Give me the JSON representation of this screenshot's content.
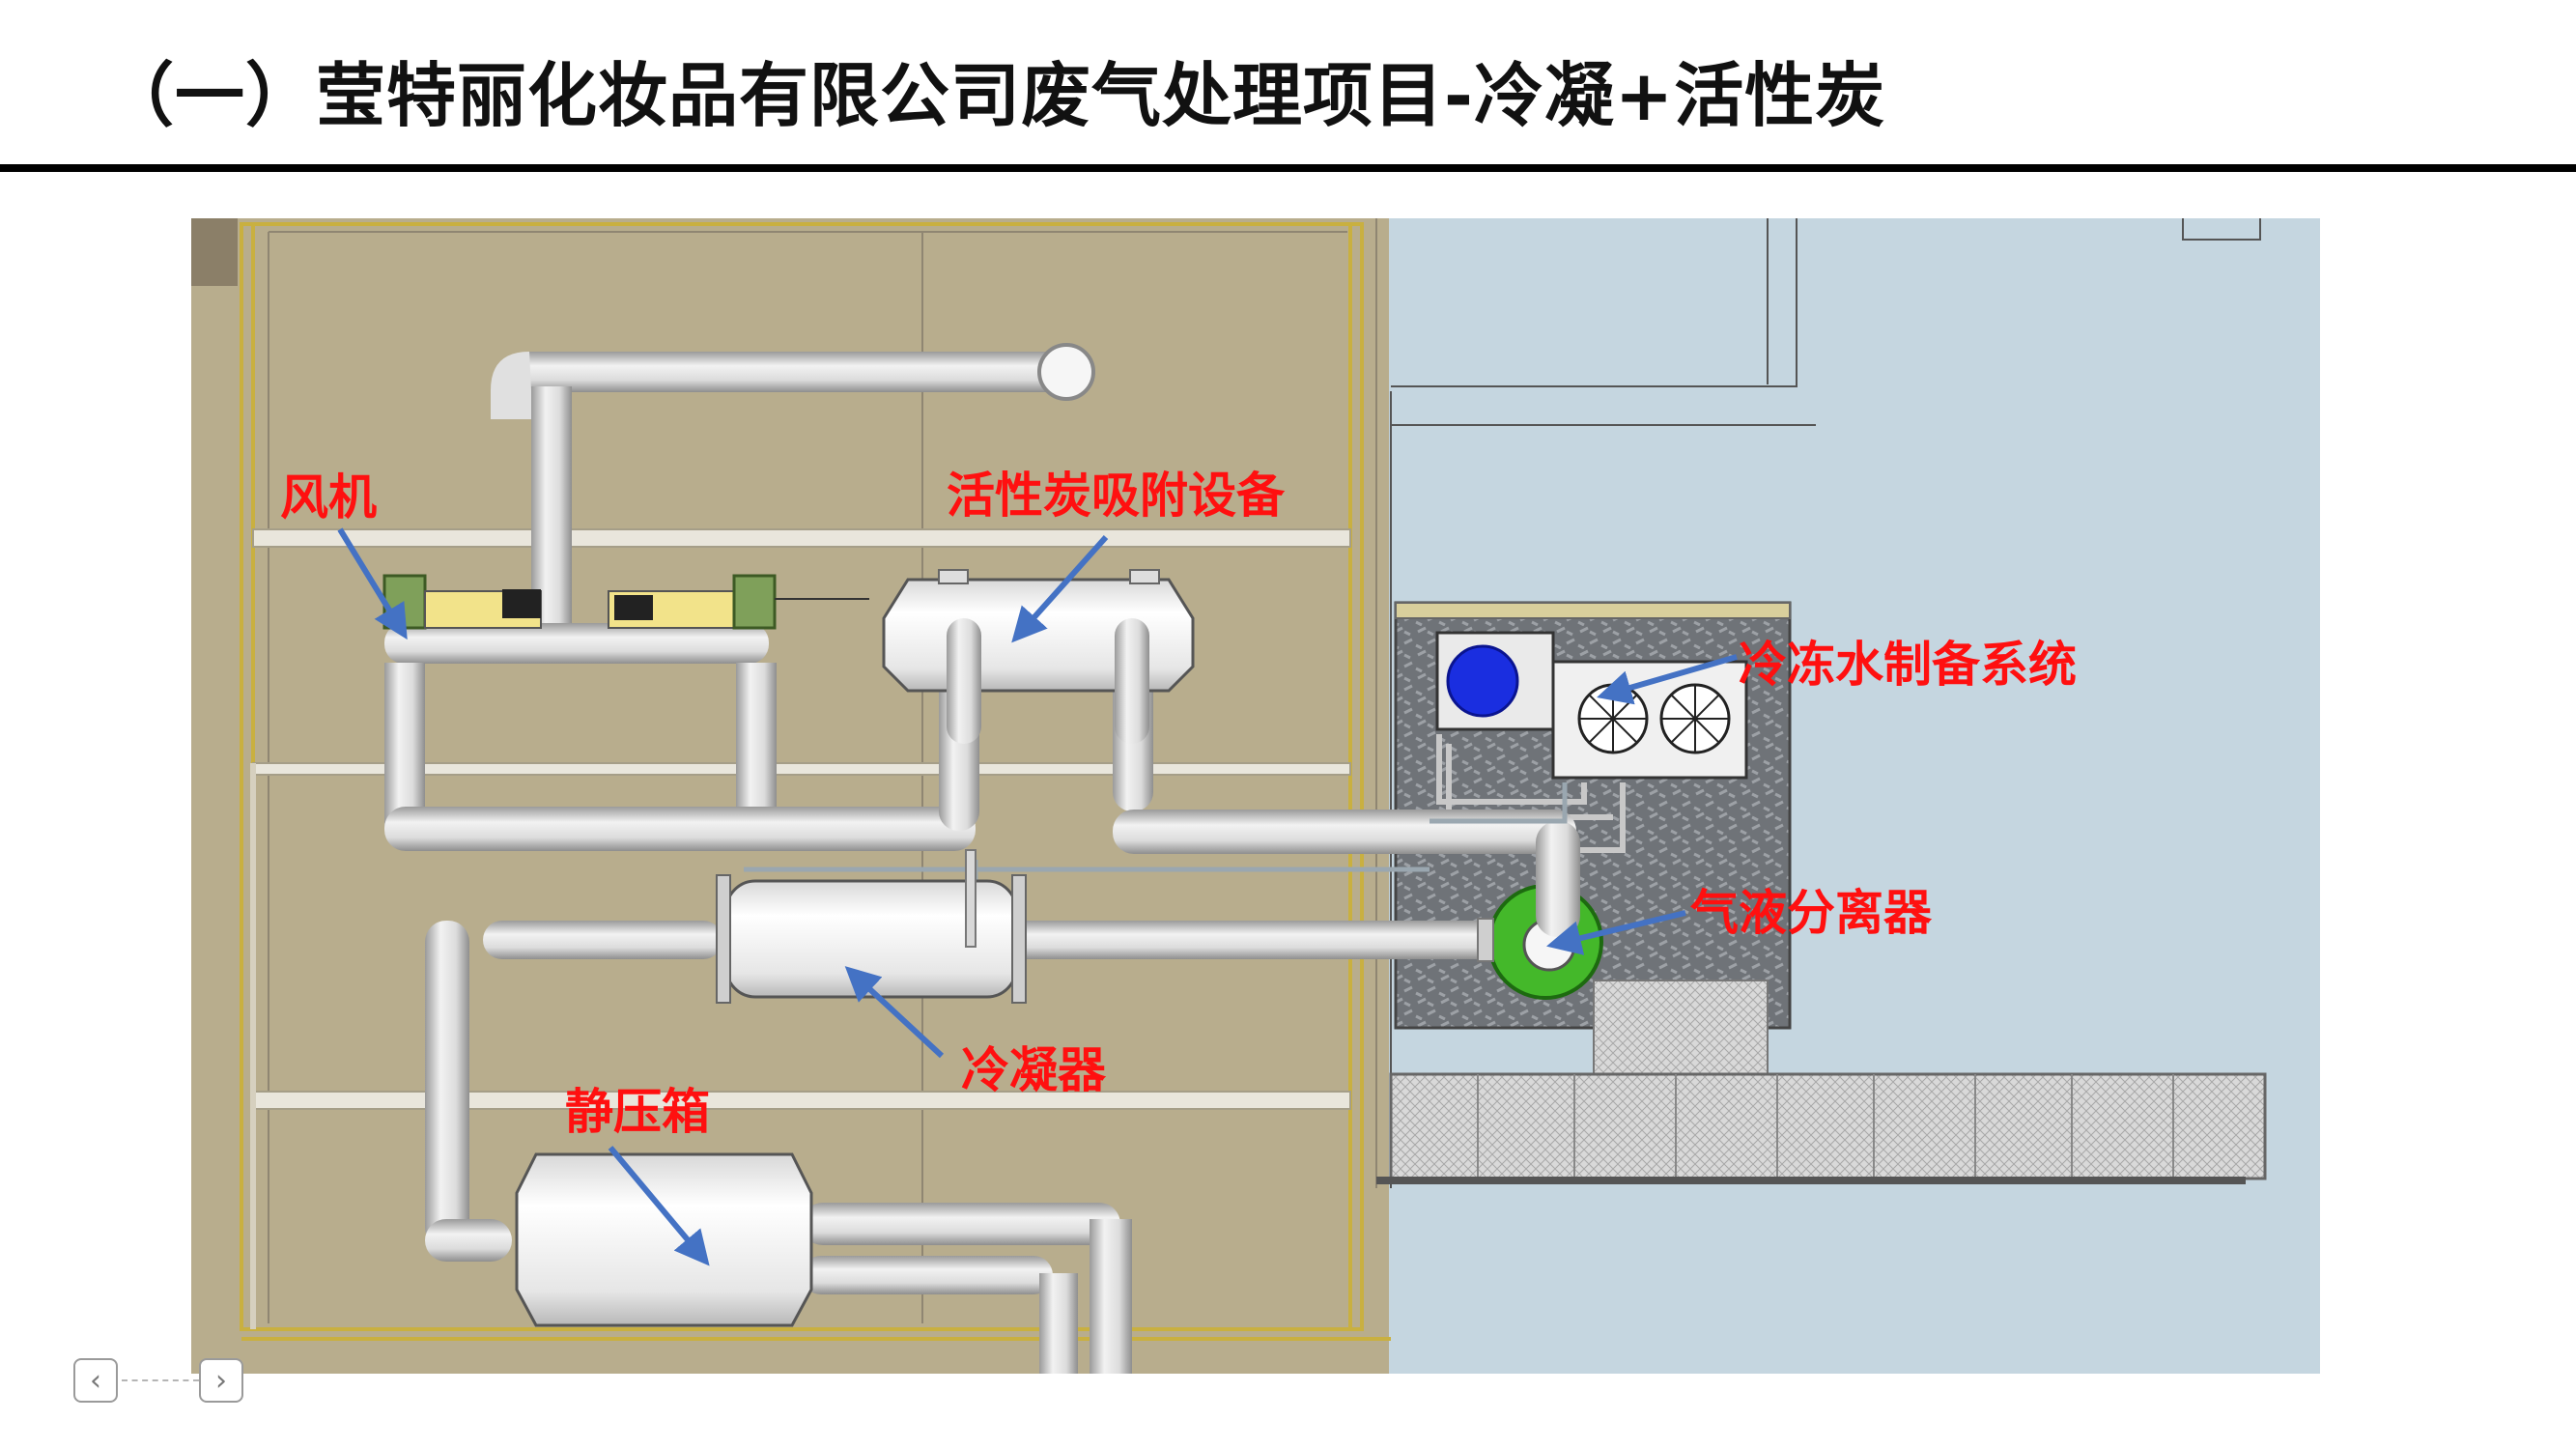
{
  "slide": {
    "title": "（一）莹特丽化妆品有限公司废气处理项目-冷凝+活性炭"
  },
  "diagram": {
    "labels": {
      "fan": "风机",
      "activated_carbon": "活性炭吸附设备",
      "chilled_water": "冷冻水制备系统",
      "gas_liquid_separator": "气液分离器",
      "condenser": "冷凝器",
      "plenum_box": "静压箱"
    },
    "colors": {
      "label": "#ff1010",
      "arrow": "#4472c4",
      "room_floor": "#b8ad8d",
      "outside_area": "#c5d6e0",
      "pipe": "#e2e2e2"
    }
  },
  "nav": {
    "prev_icon": "chevron-left-icon",
    "next_icon": "chevron-right-icon"
  }
}
